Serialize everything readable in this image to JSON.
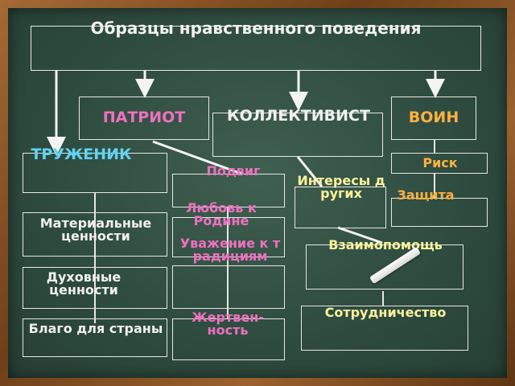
{
  "title": "Образцы нравственного поведения",
  "roles": {
    "patriot": "ПАТРИОТ",
    "collectivist": "КОЛЛЕКТИВИСТ",
    "warrior": "ВОИН",
    "worker": "ТРУЖЕНИК"
  },
  "worker_values": {
    "material": "Материальные ценности",
    "spiritual": "Духовные ценности",
    "good": "Благо для страны"
  },
  "patriot_values": {
    "feat": "Подвиг",
    "love": "Любовь к Родине",
    "respect": "Уважение к традициям",
    "sacrifice": "Жертвен-ность"
  },
  "collectivist_values": {
    "interests": "Интересы других"
  },
  "warrior_values": {
    "risk": "Риск",
    "defense": "Защита"
  },
  "mutual": {
    "help": "Взаимопомощь",
    "cooperation": "Сотрудничество"
  },
  "colors": {
    "board": "#2f4c40",
    "pink_text": "#f070c0",
    "orange_text": "#ffb040",
    "yellow_text": "#fbf39a",
    "white_text": "#f1f1f1"
  }
}
